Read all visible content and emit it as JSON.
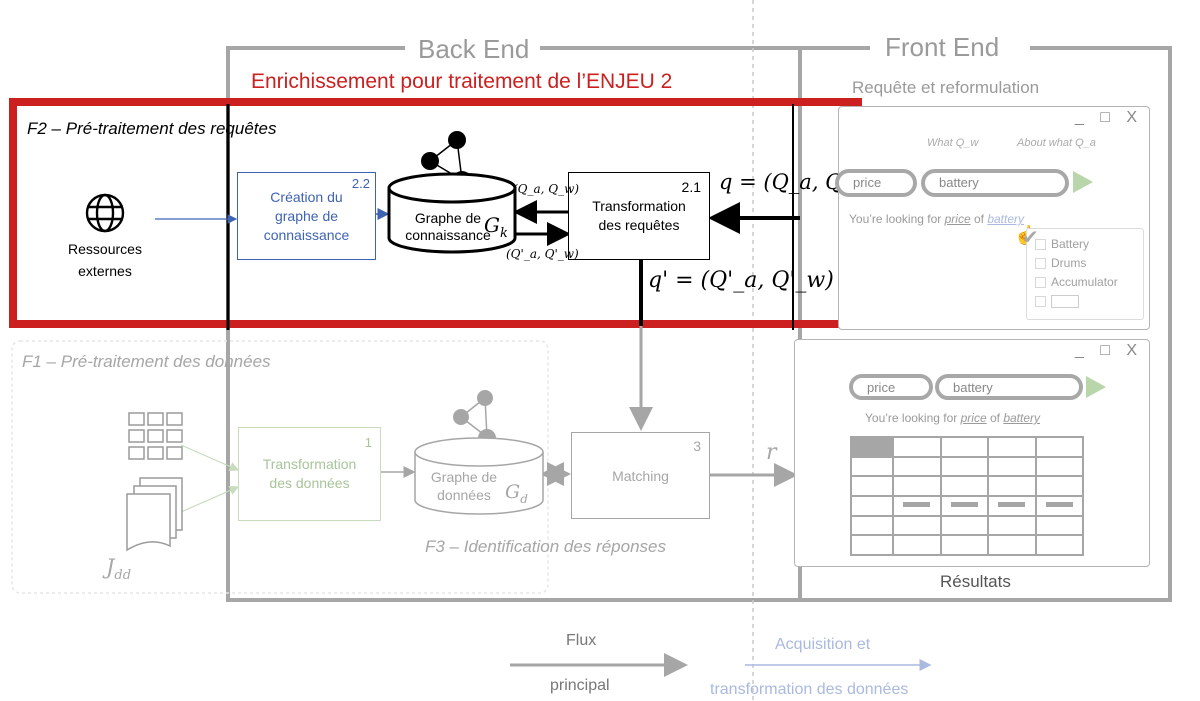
{
  "sections": {
    "back_end": "Back End",
    "front_end": "Front End",
    "enrichment_title": "Enrichissement pour traitement de l’ENJEU 2"
  },
  "f2": {
    "title": "F2 – Pré-traitement des requêtes",
    "ressources": [
      "Ressources",
      "externes"
    ],
    "creation": {
      "label": [
        "Création du",
        "graphe de",
        "connaissance"
      ],
      "number": "2.2"
    },
    "graphe_k": {
      "label": [
        "Graphe de",
        "connaissance"
      ],
      "symbol": "G",
      "sub": "k"
    },
    "transformation": {
      "label": [
        "Transformation",
        "des requêtes"
      ],
      "number": "2.1"
    },
    "q_in_small": "(Q_a, Q_w)",
    "q_out_small": "(Q'_a, Q'_w)",
    "q_formula": "q = (Q_a, Q_w)",
    "q_prime_formula": "q' = (Q'_a, Q'_w)"
  },
  "f1": {
    "title": "F1 – Pré-traitement des données",
    "transformation": {
      "label": [
        "Transformation",
        "des données"
      ],
      "number": "1"
    },
    "graphe_d": {
      "label": [
        "Graphe de",
        "données"
      ],
      "symbol": "G",
      "sub": "d"
    },
    "jdd": {
      "symbol": "J",
      "sub": "dd"
    }
  },
  "f3": {
    "title": "F3 – Identification des réponses",
    "matching": {
      "label": "Matching",
      "number": "3"
    },
    "r": "r"
  },
  "front": {
    "request_title": "Requête et reformulation",
    "results_title": "Résultats",
    "window_controls": "_ □ X",
    "what_q": "What Q_w",
    "about_what_q": "About what Q_a",
    "search_left": "price",
    "search_right": "battery",
    "looking_prefix": "You’re looking for ",
    "looking_price": "price",
    "looking_of": " of ",
    "looking_battery": "battery",
    "suggestions": [
      "Battery",
      "Drums",
      "Accumulator"
    ]
  },
  "legend": {
    "flux": "Flux",
    "principal": "principal",
    "acquisition": "Acquisition et",
    "transformation": "transformation des données"
  },
  "colors": {
    "red": "#cc2020",
    "blue": "#3f63b3",
    "green_faded": "#9fbf8e",
    "grey": "#a6a6a6",
    "light_blue": "#aab9e0"
  }
}
